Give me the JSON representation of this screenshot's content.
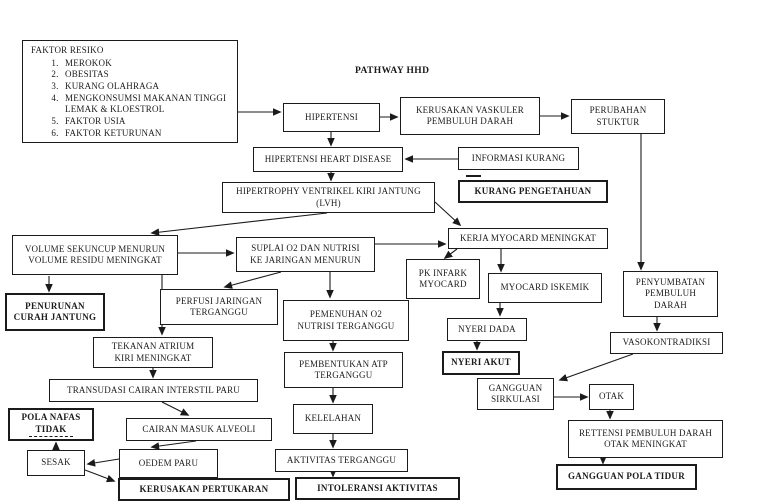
{
  "title": "PATHWAY HHD",
  "colors": {
    "line": "#1b1b1b",
    "background": "#ffffff"
  },
  "risk_factors": {
    "heading": "FAKTOR RESIKO",
    "items": [
      "MEROKOK",
      "OBESITAS",
      "KURANG OLAHRAGA",
      "MENGKONSUMSI MAKANAN TINGGI LEMAK & KLOESTROL",
      "FAKTOR USIA",
      "FAKTOR KETURUNAN"
    ]
  },
  "nodes": {
    "hipertensi": "HIPERTENSI",
    "kerusakan_vaskuler": "KERUSAKAN VASKULER\nPEMBULUH DARAH",
    "perubahan_stuktur": "PERUBAHAN\nSTUKTUR",
    "hhd": "HIPERTENSI HEART DISEASE",
    "informasi_kurang": "INFORMASI KURANG",
    "kurang_pengetahuan": "KURANG PENGETAHUAN",
    "lvh": "HIPERTROPHY VENTRIKEL KIRI JANTUNG\n(LVH)",
    "volume_sekuncup": "VOLUME SEKUNCUP MENURUN\nVOLUME RESIDU MENINGKAT",
    "suplai_o2": "SUPLAI O2 DAN NUTRISI\nKE JARINGAN MENURUN",
    "kerja_myocard": "KERJA MYOCARD MENINGKAT",
    "pk_infark": "PK INFARK\nMYOCARD",
    "myocard_iskemik": "MYOCARD ISKEMIK",
    "penyumbatan": "PENYUMBATAN\nPEMBULUH\nDARAH",
    "penurunan_curah": "PENURUNAN\nCURAH JANTUNG",
    "perfusi_jaringan": "PERFUSI JARINGAN\nTERGANGGU",
    "pemenuhan_o2": "PEMENUHAN O2\nNUTRISI TERGANGGU",
    "nyeri_dada": "NYERI DADA",
    "nyeri_akut": "NYERI AKUT",
    "vasokontradiksi": "VASOKONTRADIKSI",
    "tekanan_atrium": "TEKANAN ATRIUM\nKIRI MENINGKAT",
    "transudasi": "TRANSUDASI CAIRAN INTERSTIL PARU",
    "pembentukan_atp": "PEMBENTUKAN ATP\nTERGANGGU",
    "gangguan_sirkulasi": "GANGGUAN\nSIRKULASI",
    "otak": "OTAK",
    "pola_nafas": "POLA NAFAS\nTIDAK",
    "cairan_masuk": "CAIRAN MASUK ALVEOLI",
    "rettensi": "RETTENSI PEMBULUH DARAH\nOTAK MENINGKAT",
    "kelelahan": "KELELAHAN",
    "sesak": "SESAK",
    "oedem_paru": "OEDEM PARU",
    "aktivitas_terganggu": "AKTIVITAS TERGANGGU",
    "kerusakan_pertukaran": "KERUSAKAN PERTUKARAN",
    "intoleransi": "INTOLERANSI AKTIVITAS",
    "gangguan_pola_tidur": "GANGGUAN POLA TIDUR"
  }
}
